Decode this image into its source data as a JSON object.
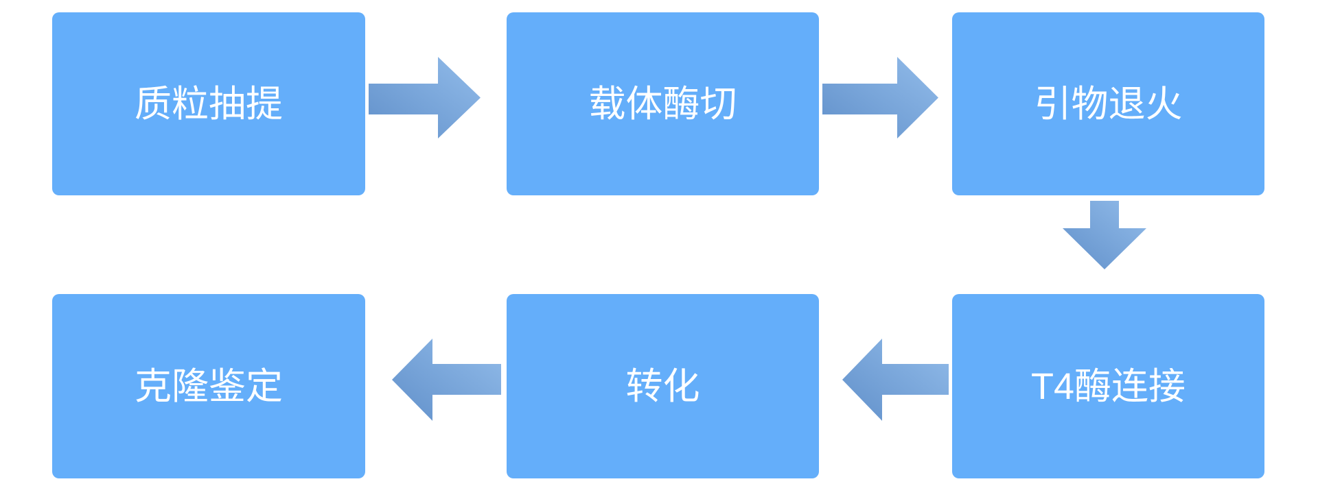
{
  "diagram": {
    "background_color": "#ffffff",
    "node_fill_color": "#64AEFA",
    "node_text_color": "#ffffff",
    "arrow_gradient_dark": "#6190CA",
    "arrow_gradient_light": "#92BCEA",
    "nodes": [
      {
        "id": "plasmid-extraction",
        "label": "质粒抽提"
      },
      {
        "id": "vector-digestion",
        "label": "载体酶切"
      },
      {
        "id": "primer-annealing",
        "label": "引物退火"
      },
      {
        "id": "t4-ligase-ligation",
        "label": "T4酶连接"
      },
      {
        "id": "transformation",
        "label": "转化"
      },
      {
        "id": "clone-identification",
        "label": "克隆鉴定"
      }
    ],
    "edges": [
      {
        "from": "质粒抽提",
        "to": "载体酶切",
        "direction": "right"
      },
      {
        "from": "载体酶切",
        "to": "引物退火",
        "direction": "right"
      },
      {
        "from": "引物退火",
        "to": "T4酶连接",
        "direction": "down"
      },
      {
        "from": "T4酶连接",
        "to": "转化",
        "direction": "left"
      },
      {
        "from": "转化",
        "to": "克隆鉴定",
        "direction": "left"
      }
    ]
  }
}
